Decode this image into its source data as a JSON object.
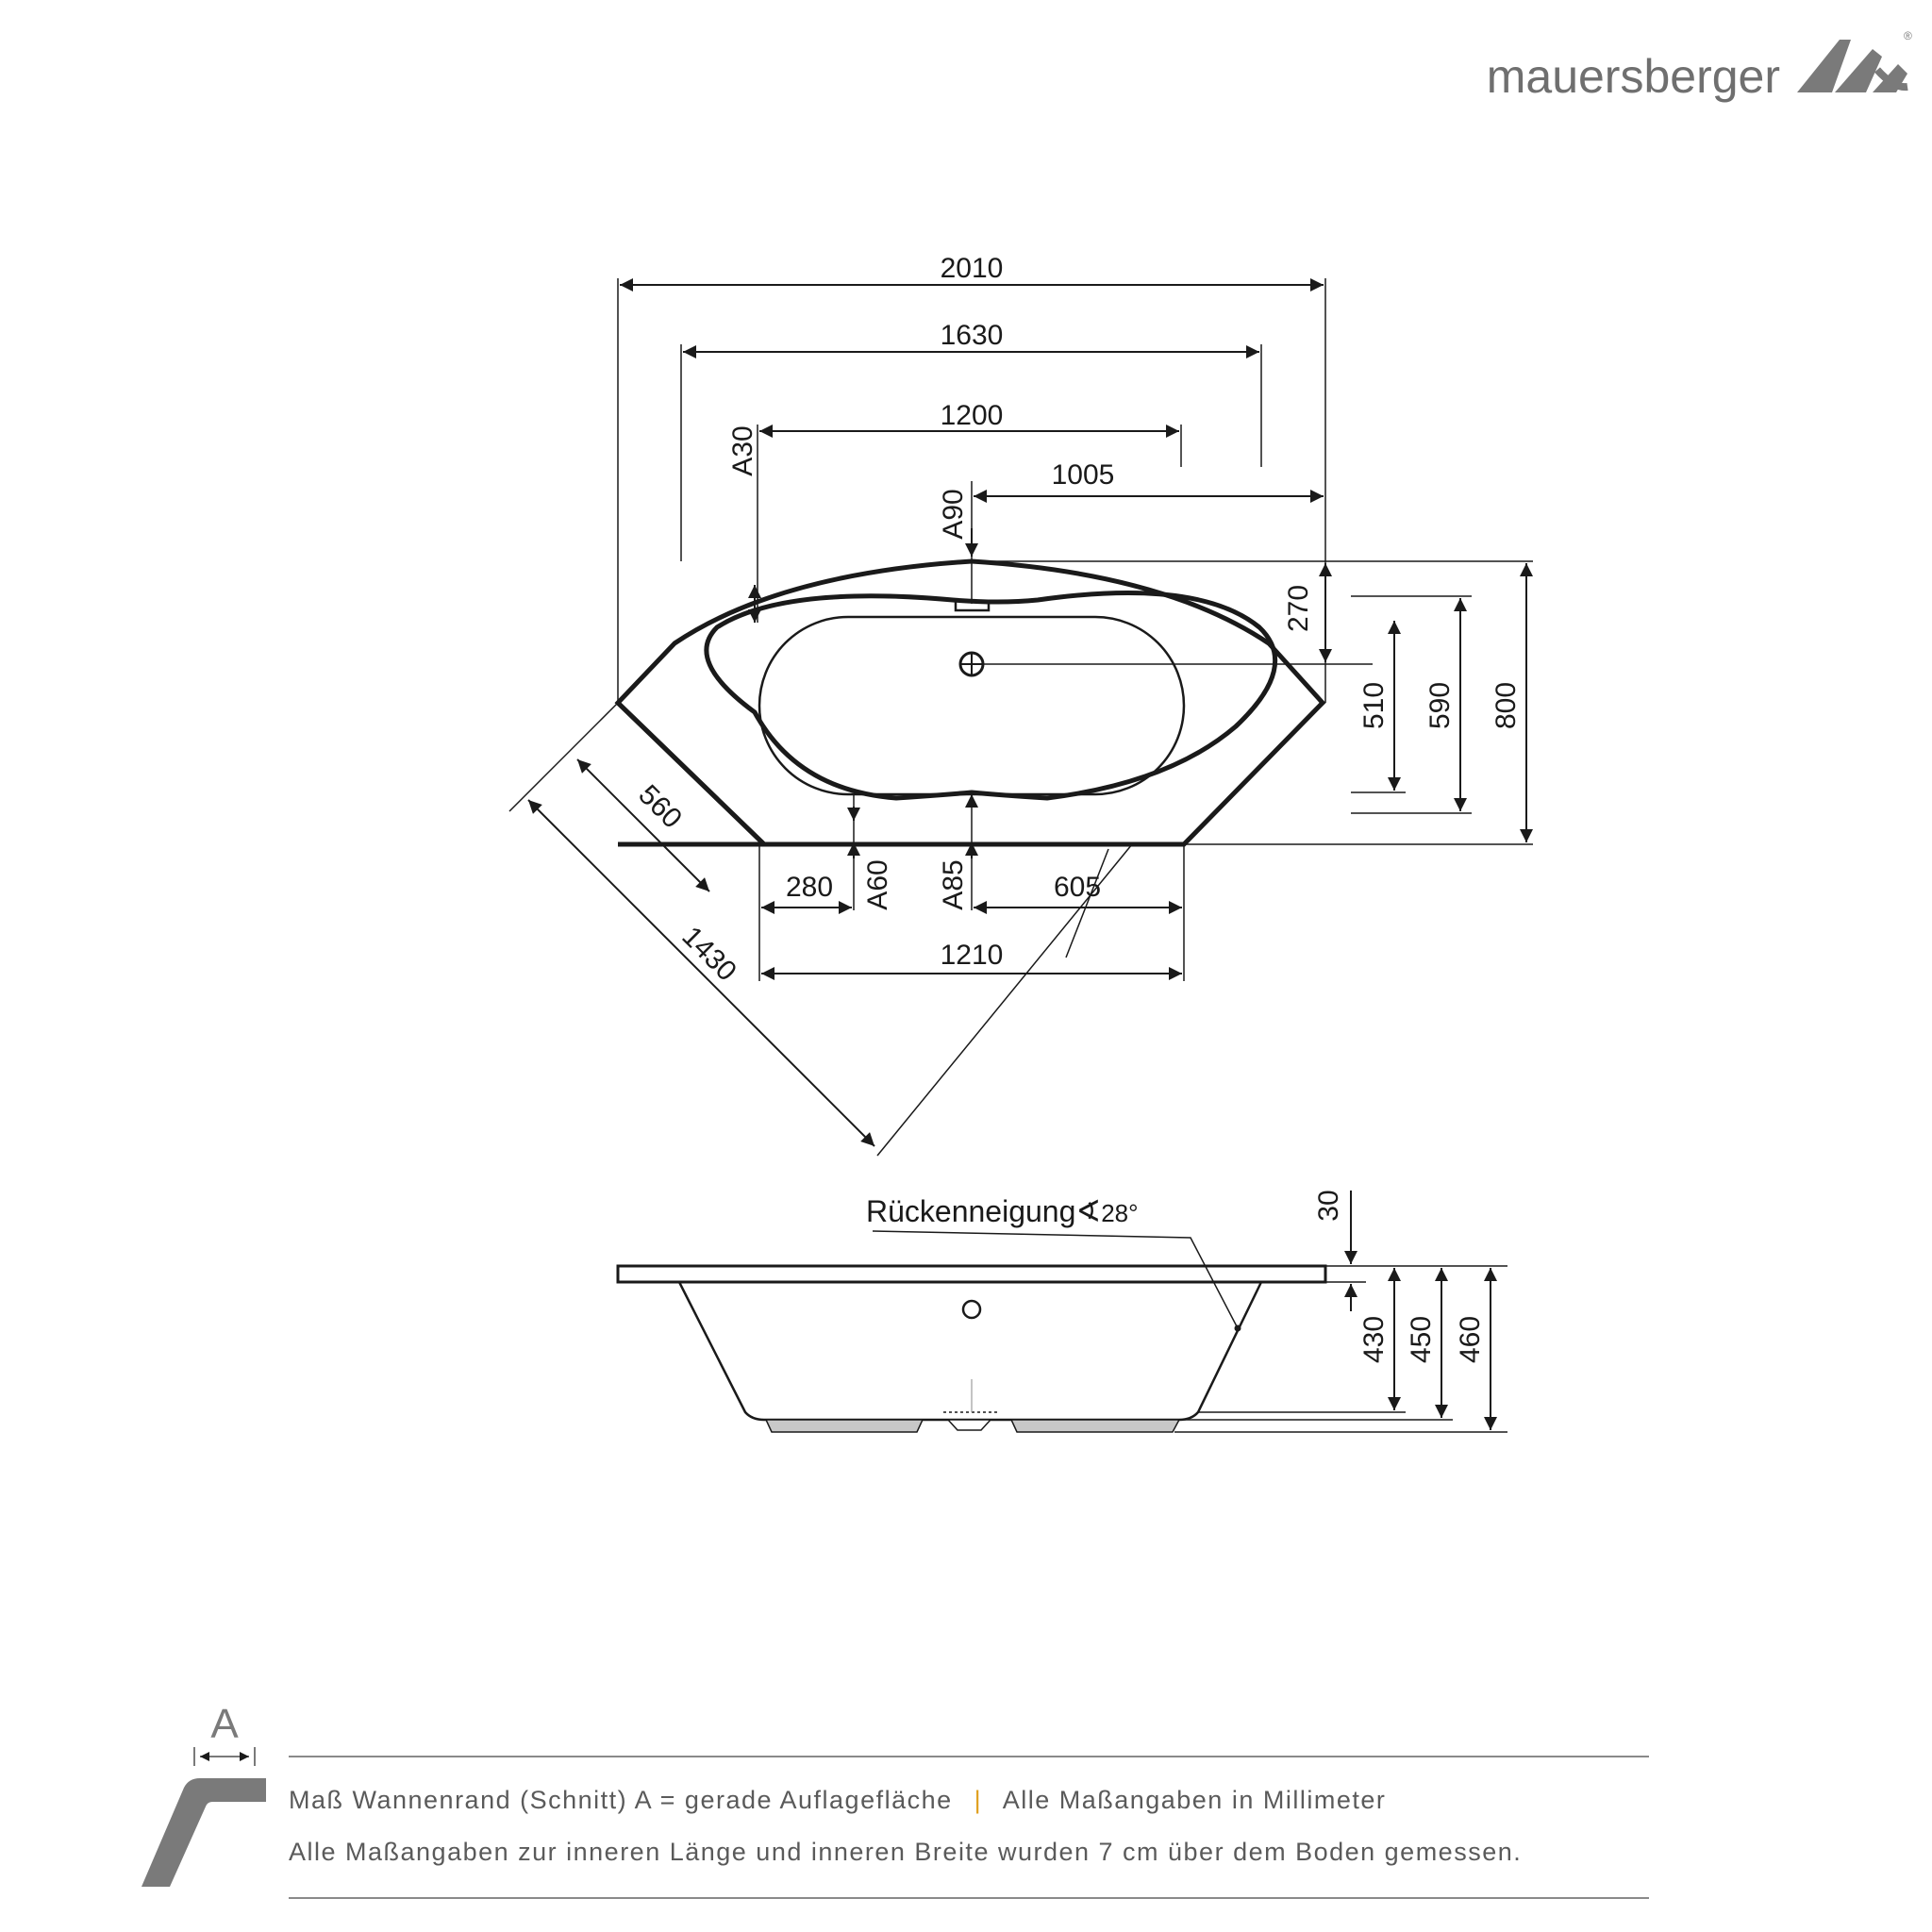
{
  "brand": {
    "name": "mauersberger",
    "registered_mark": "®"
  },
  "top_view": {
    "dimensions": {
      "d2010": "2010",
      "d1630": "1630",
      "d1200": "1200",
      "d1005": "1005",
      "d270": "270",
      "d510": "510",
      "d590": "590",
      "d800": "800",
      "d560": "560",
      "d1430": "1430",
      "d280": "280",
      "d605": "605",
      "d1210": "1210"
    },
    "rim_labels": {
      "a30": "A30",
      "a90": "A90",
      "a60": "A60",
      "a85": "A85"
    }
  },
  "side_view": {
    "back_incline": "Rückenneigung",
    "angle_symbol": "∢",
    "angle_value": "28°",
    "dimensions": {
      "d30": "30",
      "d430": "430",
      "d450": "450",
      "d460": "460"
    }
  },
  "legend": {
    "rim_key_letter": "A",
    "line1_left": "Maß Wannenrand (Schnitt) A = gerade Auflagefläche",
    "separator": "|",
    "line1_right": "Alle Maßangaben in Millimeter",
    "line2": "Alle Maßangaben zur inneren Länge und inneren Breite wurden 7 cm über dem Boden gemessen."
  },
  "colors": {
    "line": "#1a1a1a",
    "brand_gray": "#6f6f6f",
    "footer_gray": "#5a5a5a",
    "separator": "#e0a020",
    "feet_fill": "#c8c8c8"
  },
  "icons": [
    "brand-logo-icon",
    "rim-profile-icon",
    "overflow-drain-icon"
  ]
}
